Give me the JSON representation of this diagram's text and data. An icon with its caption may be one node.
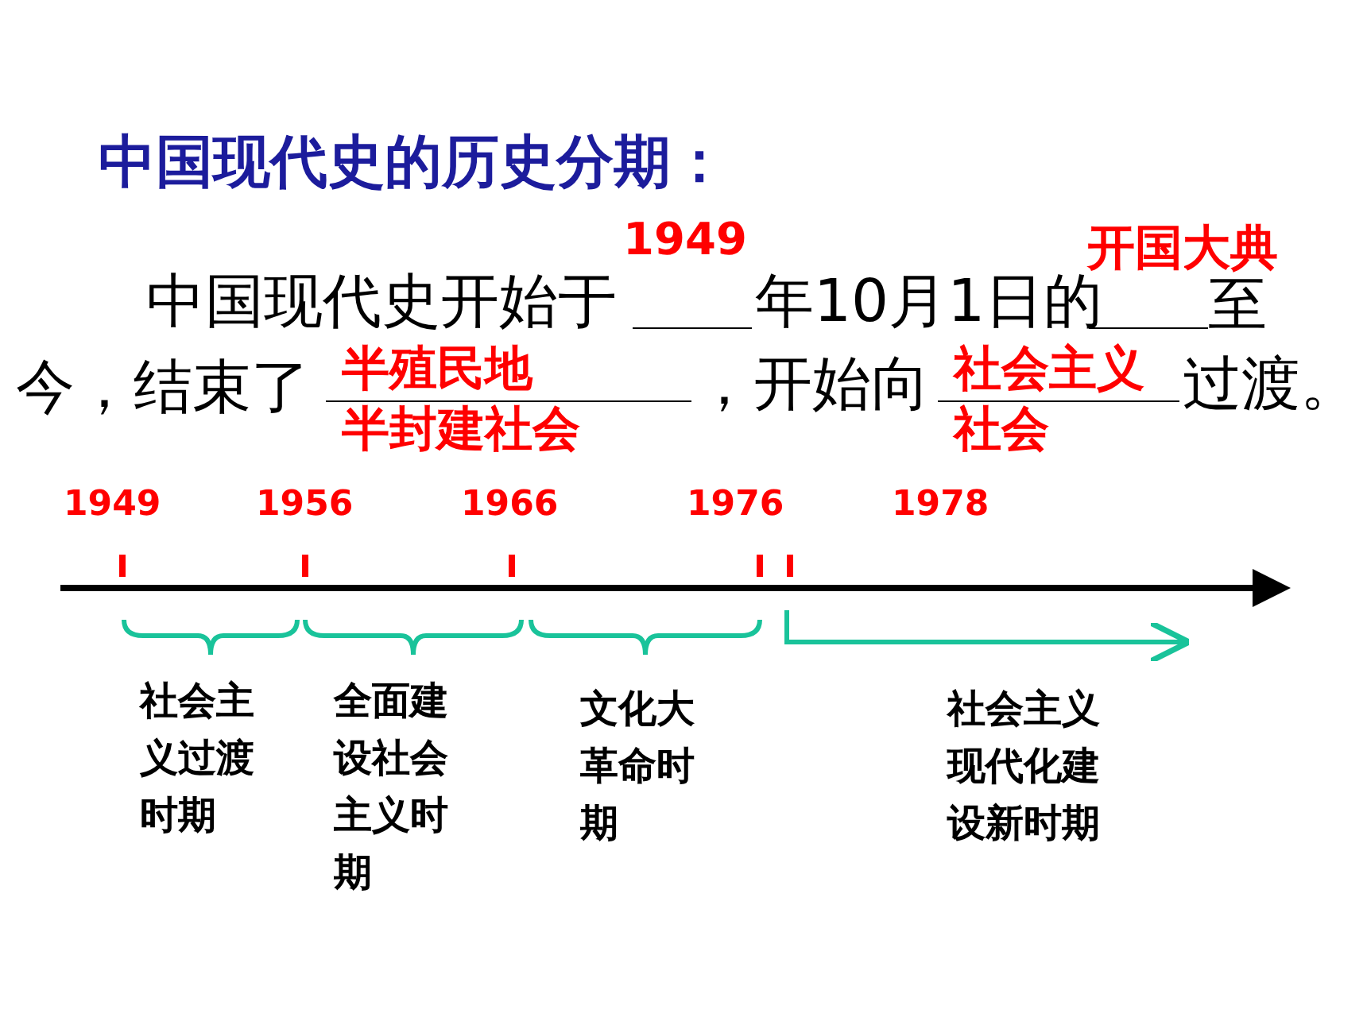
{
  "diagram": {
    "title": "中国现代史的历史分期：",
    "labels": [
      "中国现代史开始于",
      "1949",
      "年10月1日的",
      "开国大典",
      "至今，结束了",
      "半殖民地半封建社会",
      "，开始向",
      "社会主义社会",
      "过渡。",
      "1949",
      "1956",
      "1966",
      "1976",
      "1978",
      "社会主义过渡时期",
      "全面建设社会主义时期",
      "文化大革命时期",
      "社会主义现代化建设新时期"
    ]
  }
}
